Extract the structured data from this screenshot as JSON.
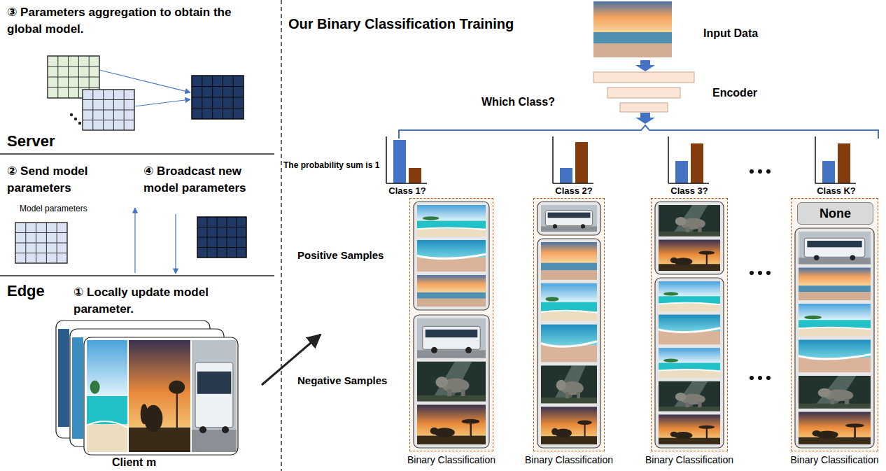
{
  "diagram": {
    "nodes": [
      {
        "text": [
          "Binary Classification"
        ]
      },
      {
        "text": [
          "Binary Classification"
        ]
      },
      {
        "text": [
          "Binary Classification"
        ]
      },
      {
        "text": [
          "Binary Classification"
        ]
      },
      {
        "text": [
          "None"
        ],
        "in": 3
      }
    ],
    "labels": [
      "③ Parameters aggregation to obtain the global model.",
      "Server",
      "② Send model parameters",
      "④ Broadcast new model parameters",
      "Model parameters",
      "Edge",
      "① Locally update model parameter.",
      "Client m",
      "Our Binary Classification Training",
      "Input Data",
      "Which Class?",
      "Encoder",
      "The probability sum is 1",
      "Class 1?",
      "Class 2?",
      "Class 3?",
      "Class K?",
      "Positive Samples",
      "Negative Samples"
    ]
  }
}
